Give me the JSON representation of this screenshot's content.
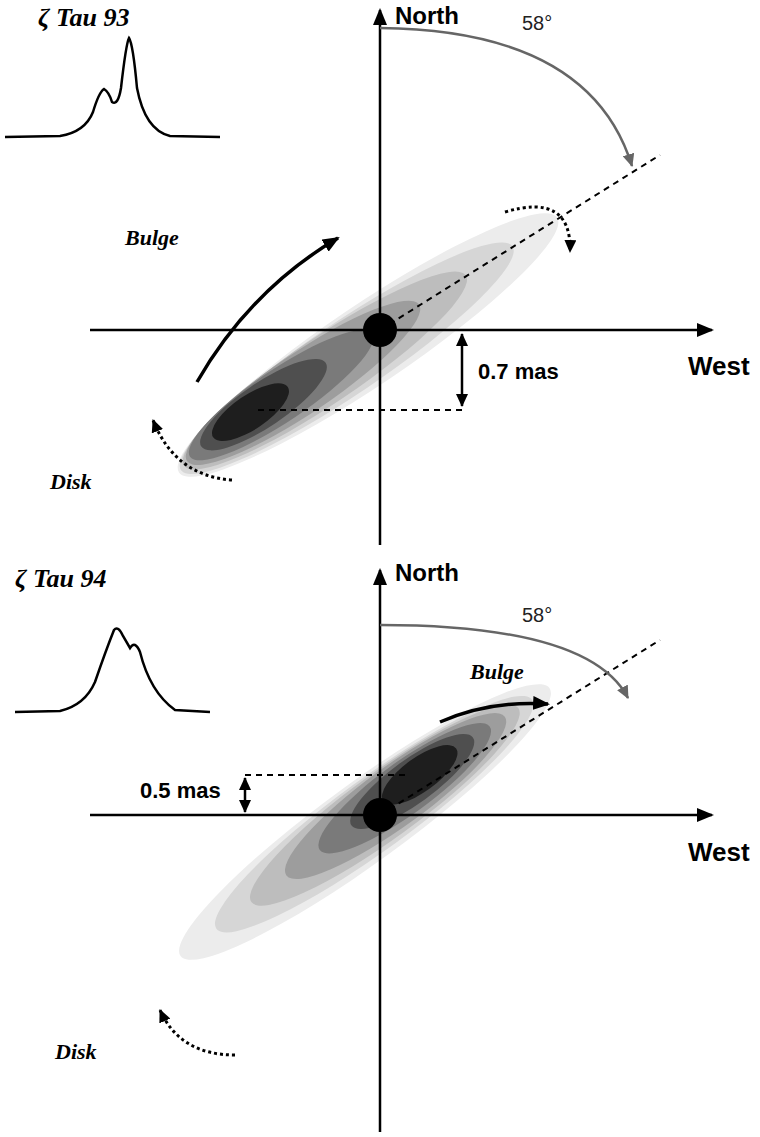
{
  "diagram": {
    "labels": [
      "ζ Tau 93",
      "North",
      "58°",
      "Bulge",
      "0.7 mas",
      "West",
      "Disk",
      "ζ Tau 94",
      "North",
      "58°",
      "Bulge",
      "0.5 mas",
      "West",
      "Disk"
    ]
  }
}
